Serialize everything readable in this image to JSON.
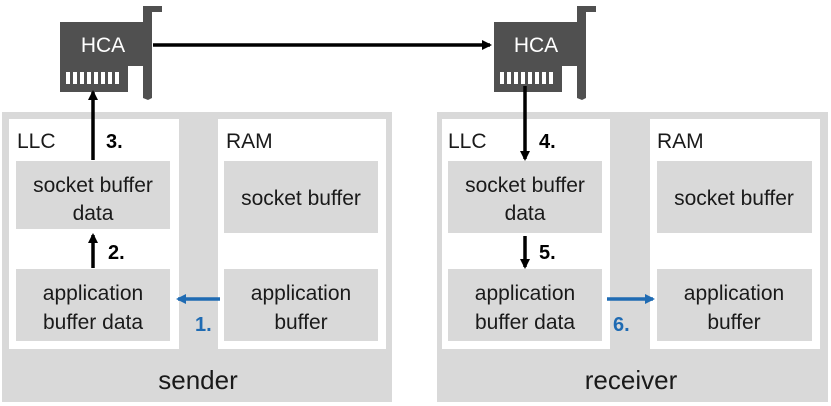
{
  "colors": {
    "panel_bg": "#d9d9d9",
    "memory_bg": "#ffffff",
    "buffer_bg": "#d9d9d9",
    "hca_body": "#505050",
    "arrow_black": "#000000",
    "arrow_blue": "#1f6bb3"
  },
  "hosts": {
    "sender": {
      "label": "sender",
      "hca": "HCA",
      "llc": {
        "label": "LLC",
        "socket_buffer": [
          "socket buffer",
          "data"
        ],
        "application_buffer": [
          "application",
          "buffer data"
        ]
      },
      "ram": {
        "label": "RAM",
        "socket_buffer": [
          "socket buffer"
        ],
        "application_buffer": [
          "application",
          "buffer"
        ]
      }
    },
    "receiver": {
      "label": "receiver",
      "hca": "HCA",
      "llc": {
        "label": "LLC",
        "socket_buffer": [
          "socket buffer",
          "data"
        ],
        "application_buffer": [
          "application",
          "buffer data"
        ]
      },
      "ram": {
        "label": "RAM",
        "socket_buffer": [
          "socket buffer"
        ],
        "application_buffer": [
          "application",
          "buffer"
        ]
      }
    }
  },
  "steps": {
    "s1": "1.",
    "s2": "2.",
    "s3": "3.",
    "s4": "4.",
    "s5": "5.",
    "s6": "6."
  }
}
